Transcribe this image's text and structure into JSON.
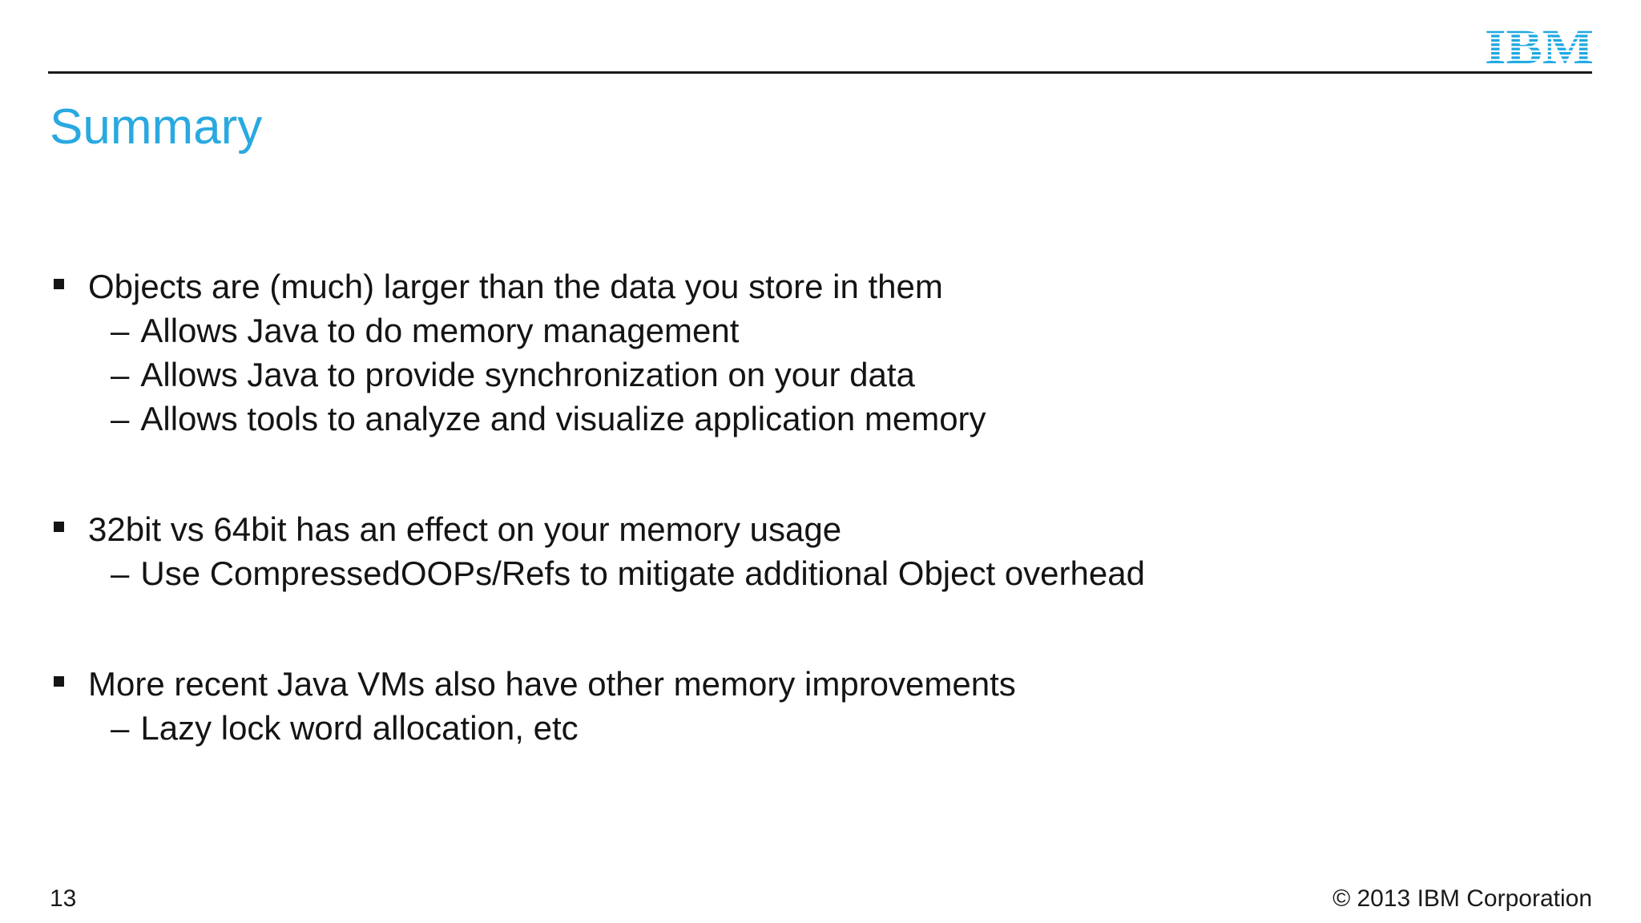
{
  "slide": {
    "title": "Summary",
    "header": {
      "logo_text": "IBM"
    },
    "colors": {
      "accent": "#29a9e0",
      "logo": "#1ba7e1",
      "text": "#141414"
    },
    "markers": {
      "bullet_icon": "square",
      "sub_marker": "–"
    },
    "bullet_groups": [
      {
        "text": "Objects are (much) larger than the data you store in them",
        "subs": [
          "Allows Java to do memory management",
          "Allows Java to provide synchronization on your data",
          "Allows tools to analyze and visualize application memory"
        ]
      },
      {
        "text": "32bit vs 64bit has an effect on your memory usage",
        "subs": [
          "Use CompressedOOPs/Refs to mitigate additional Object overhead"
        ]
      },
      {
        "text": "More recent Java VMs also have other memory improvements",
        "subs": [
          "Lazy lock word allocation, etc"
        ]
      }
    ],
    "footer": {
      "page_number": "13",
      "copyright": "© 2013 IBM Corporation"
    }
  }
}
